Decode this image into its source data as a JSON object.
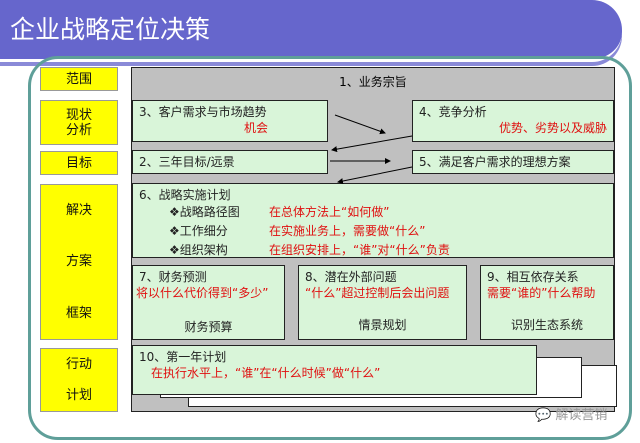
{
  "title": "企业战略定位决策",
  "labels": [
    "范围",
    "现状",
    "分析",
    "目标",
    "解决",
    "方案",
    "框架",
    "行动",
    "计划"
  ],
  "boxes": {
    "b1": "1、业务宗旨",
    "b3": {
      "title": "3、客户需求与市场趋势",
      "note": "机会"
    },
    "b4": {
      "title": "4、竞争分析",
      "note": "优势、劣势以及威胁"
    },
    "b2": "2、三年目标/远景",
    "b5": "5、满足客户需求的理想方案",
    "b6": {
      "title": "6、战略实施计划",
      "items": [
        {
          "label": "❖战略路径图",
          "note": "在总体方法上“如何做”"
        },
        {
          "label": "❖工作细分",
          "note": "在实施业务上，需要做“什么”"
        },
        {
          "label": "❖组织架构",
          "note": "在组织安排上，“谁”对“什么”负责"
        }
      ]
    },
    "b7": {
      "title": "7、财务预测",
      "note": "将以什么代价得到“多少”",
      "sub": "财务预算"
    },
    "b8": {
      "title": "8、潜在外部问题",
      "note": "“什么”超过控制后会出问题",
      "sub": "情景规划"
    },
    "b9": {
      "title": "9、相互依存关系",
      "note": "需要“谁的”什么帮助",
      "sub": "识别生态系统"
    },
    "b10": {
      "title": "10、第一年计划",
      "note": "在执行水平上，“谁”在“什么时候”做“什么”"
    }
  },
  "watermark": "解读营销"
}
